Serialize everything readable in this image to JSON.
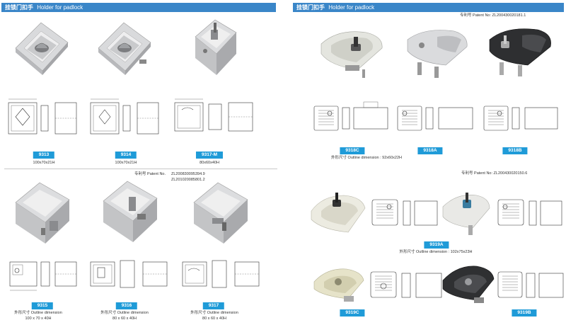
{
  "left_panel": {
    "header": {
      "cn": "挂锁门扣手",
      "en": "Holder for padlock"
    },
    "patent_label": "专利号 Patent No.",
    "patent_1": "ZL200830095394.9",
    "patent_2": "ZL201020085801.2",
    "products_top": [
      {
        "code": "9313",
        "size": "100x70x21H"
      },
      {
        "code": "9314",
        "size": "100x70x21H"
      },
      {
        "code": "9317-M",
        "size": "80x60x40H"
      }
    ],
    "products_bottom": [
      {
        "code": "9315",
        "outline_label": "外形尺寸 Outline dimension",
        "size": "100 x 70 x 40H"
      },
      {
        "code": "9316",
        "outline_label": "外形尺寸 Outline dimension",
        "size": "80 x 60 x 40H"
      },
      {
        "code": "9317",
        "outline_label": "外形尺寸 Outline dimension",
        "size": "80 x 60 x 40H"
      }
    ]
  },
  "right_panel": {
    "header": {
      "cn": "挂锁门扣手",
      "en": "Holder for padlock"
    },
    "patent_top": "专利号 Patent No: ZL200430020181.1",
    "patent_mid": "专利号 Patent No: ZL200430020150.6",
    "products_top": [
      {
        "code": "9318C"
      },
      {
        "code": "9318A"
      },
      {
        "code": "9318B"
      }
    ],
    "outline_top": "外形尺寸 Outline dimension : 92x60x22H",
    "product_mid": {
      "code": "9319A"
    },
    "outline_mid": "外形尺寸 Outline dimension : 102x75x23H",
    "products_bottom": [
      {
        "code": "9319C"
      },
      {
        "code": "9319B"
      }
    ]
  },
  "colors": {
    "header": "#3a86c8",
    "badge": "#1f9bd8"
  }
}
